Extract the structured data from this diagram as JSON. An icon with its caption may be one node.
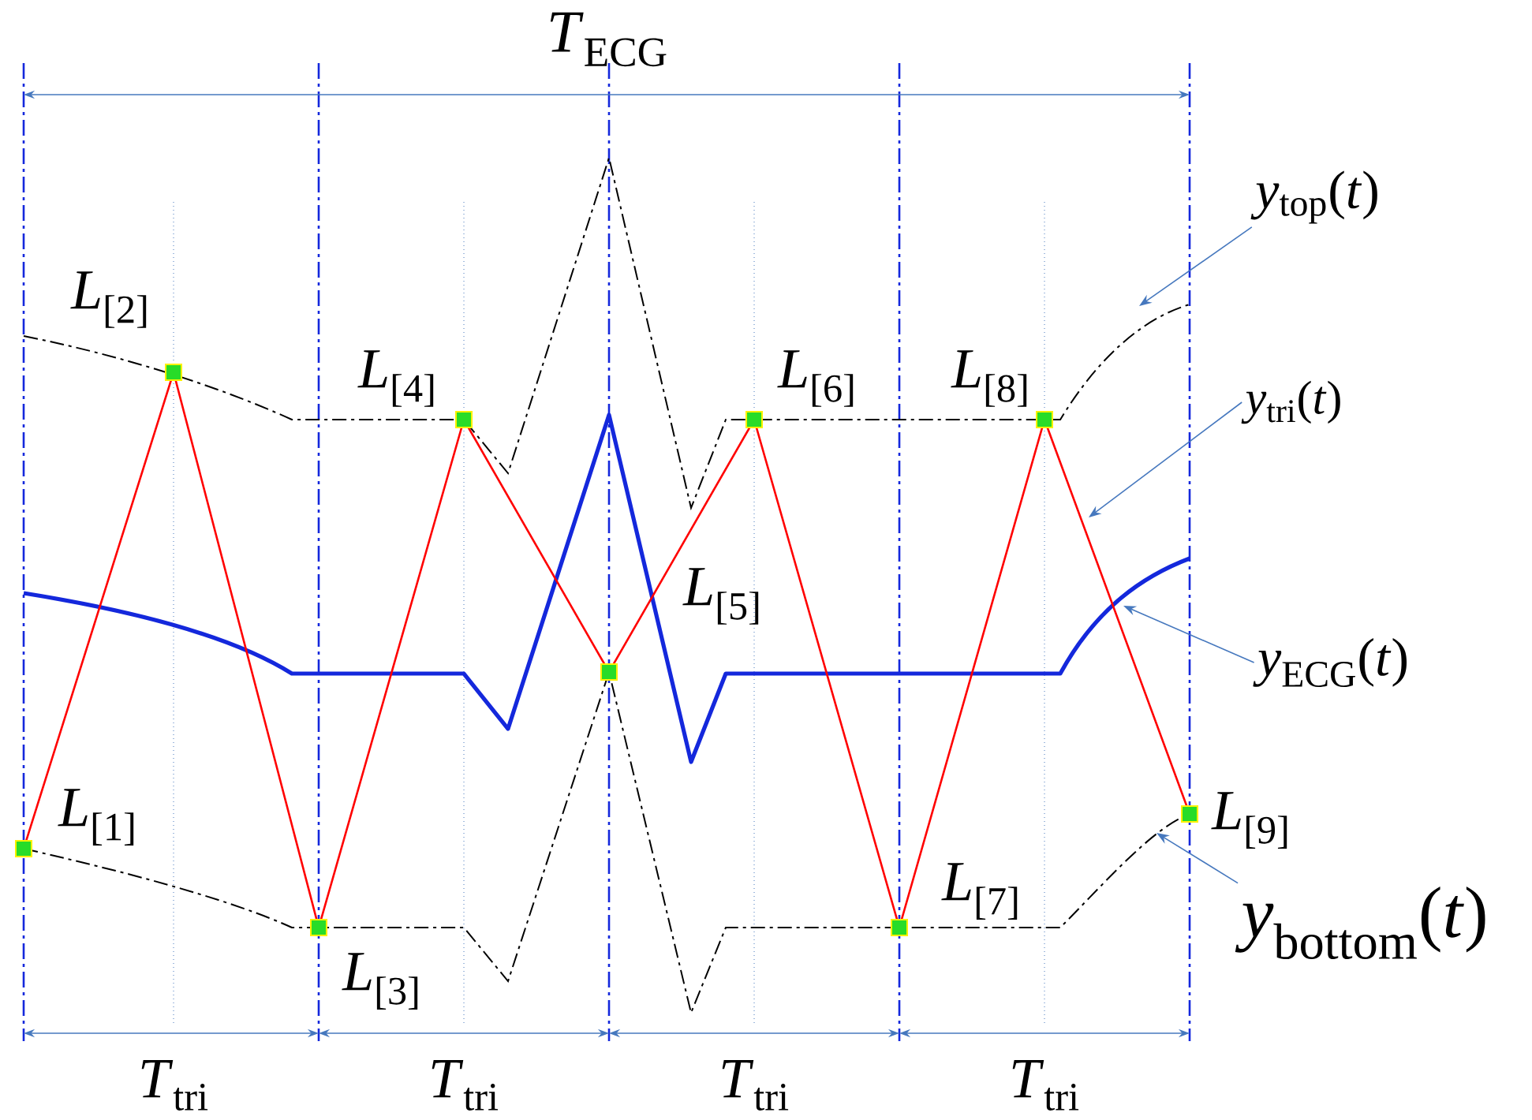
{
  "diagram": {
    "nodes": [
      {
        "text": [
          "*y*$_{top}$(*t*)"
        ]
      },
      {
        "text": [
          "*y*$_{tri}$(*t*)"
        ]
      },
      {
        "text": [
          "*y*$_{ECG}$(*t*)"
        ]
      },
      {
        "text": [
          "*y*$_{bottom}$(*t*)"
        ]
      }
    ],
    "edges": [
      {
        "from": 0,
        "to": null,
        "arrow": "to"
      },
      {
        "from": 1,
        "to": null,
        "arrow": "to"
      },
      {
        "from": 2,
        "to": null,
        "arrow": "to"
      },
      {
        "from": 3,
        "to": null,
        "arrow": "to"
      }
    ],
    "labels": [
      "*T*$_{ECG}$",
      "*L*$_{[2]}$",
      "*L*$_{[4]}$",
      "*L*$_{[6]}$",
      "*L*$_{[8]}$",
      "*L*$_{[5]}$",
      "*L*$_{[1]}$",
      "*L*$_{[9]}$",
      "*L*$_{[7]}$",
      "*L*$_{[3]}$",
      "*T*$_{tri}$",
      "*T*$_{tri}$",
      "*T*$_{tri}$",
      "*T*$_{tri}$"
    ]
  }
}
